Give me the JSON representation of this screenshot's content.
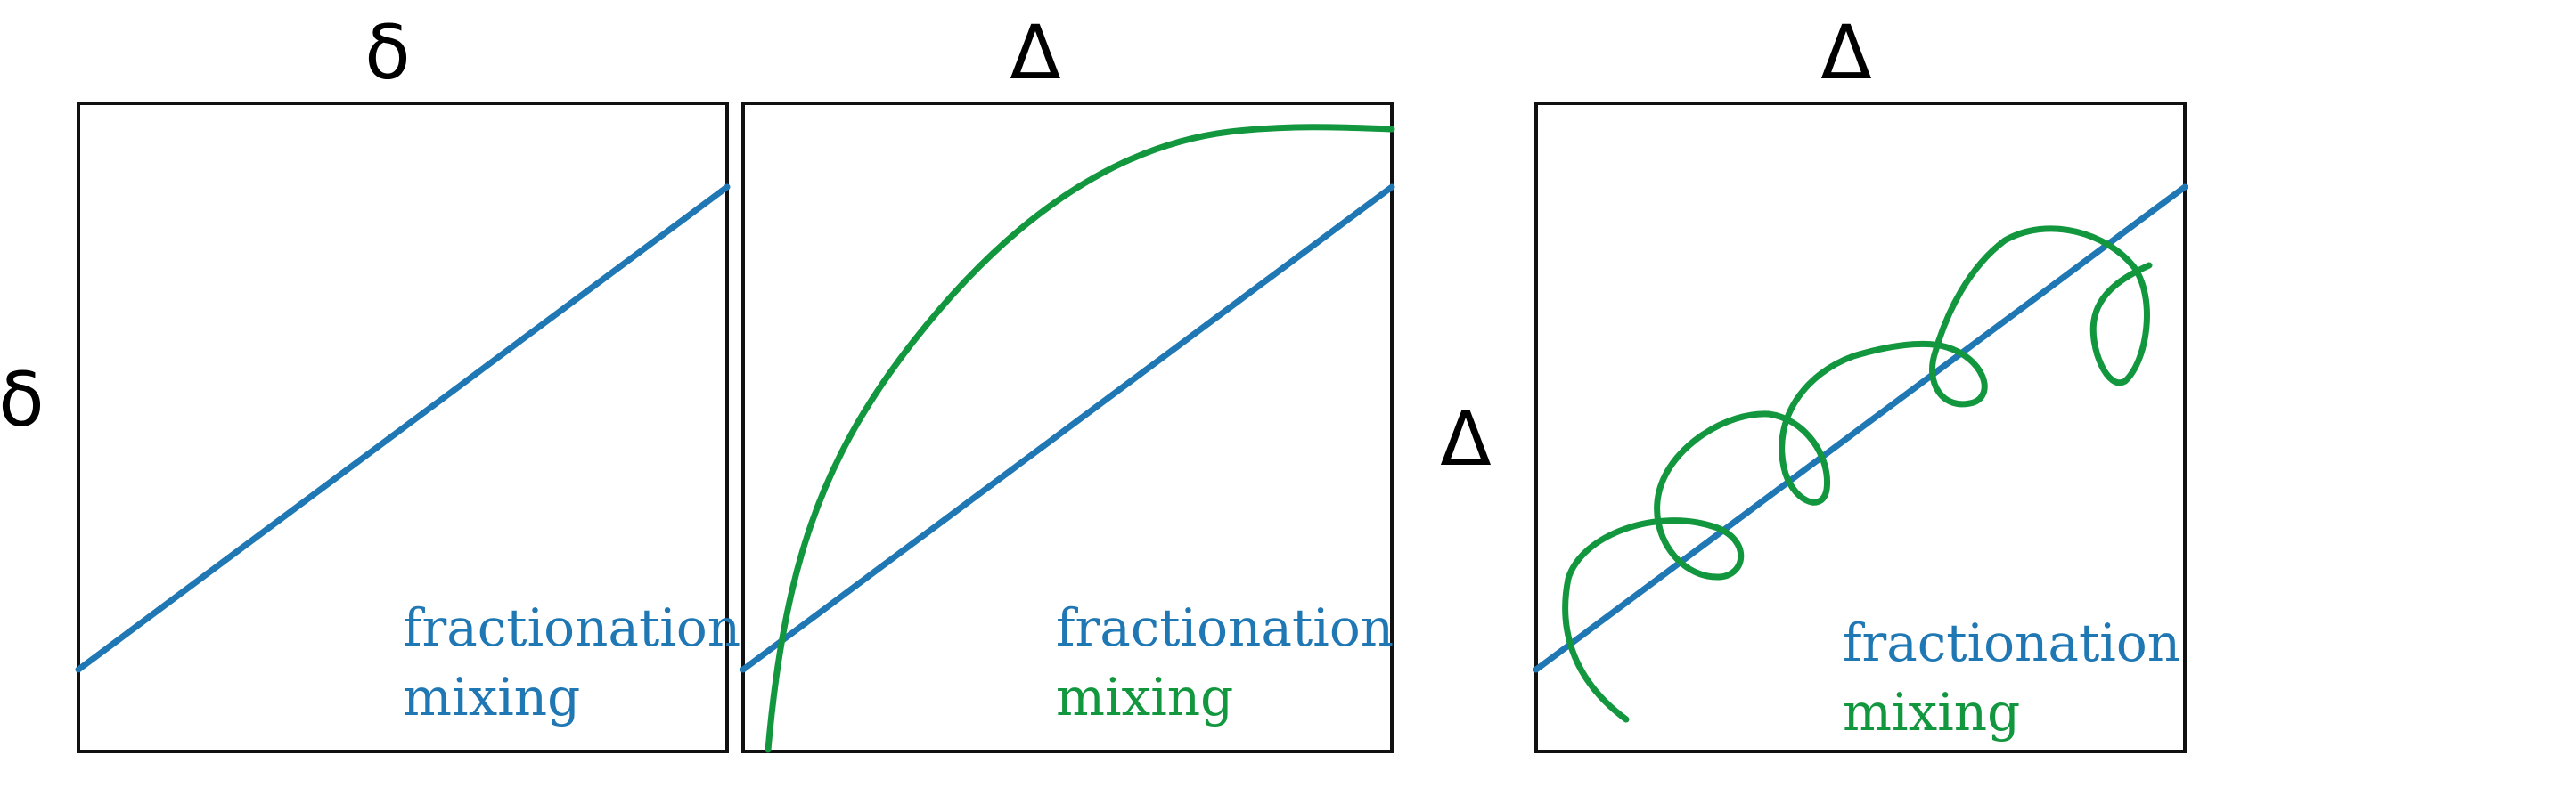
{
  "panels": [
    {
      "title": "δ",
      "ylabel": "δ",
      "legend": [
        {
          "label": "fractionation",
          "color": "#1f77b4"
        },
        {
          "label": "mixing",
          "color": "#1f77b4"
        }
      ]
    },
    {
      "title": "Δ",
      "ylabel": "",
      "legend": [
        {
          "label": "fractionation",
          "color": "#1f77b4"
        },
        {
          "label": "mixing",
          "color": "#12973f"
        }
      ]
    },
    {
      "title": "Δ",
      "ylabel": "Δ",
      "legend": [
        {
          "label": "fractionation",
          "color": "#1f77b4"
        },
        {
          "label": "mixing",
          "color": "#12973f"
        }
      ]
    }
  ],
  "colors": {
    "fractionation": "#1f77b4",
    "mixing": "#12973f",
    "frame": "#111111"
  }
}
